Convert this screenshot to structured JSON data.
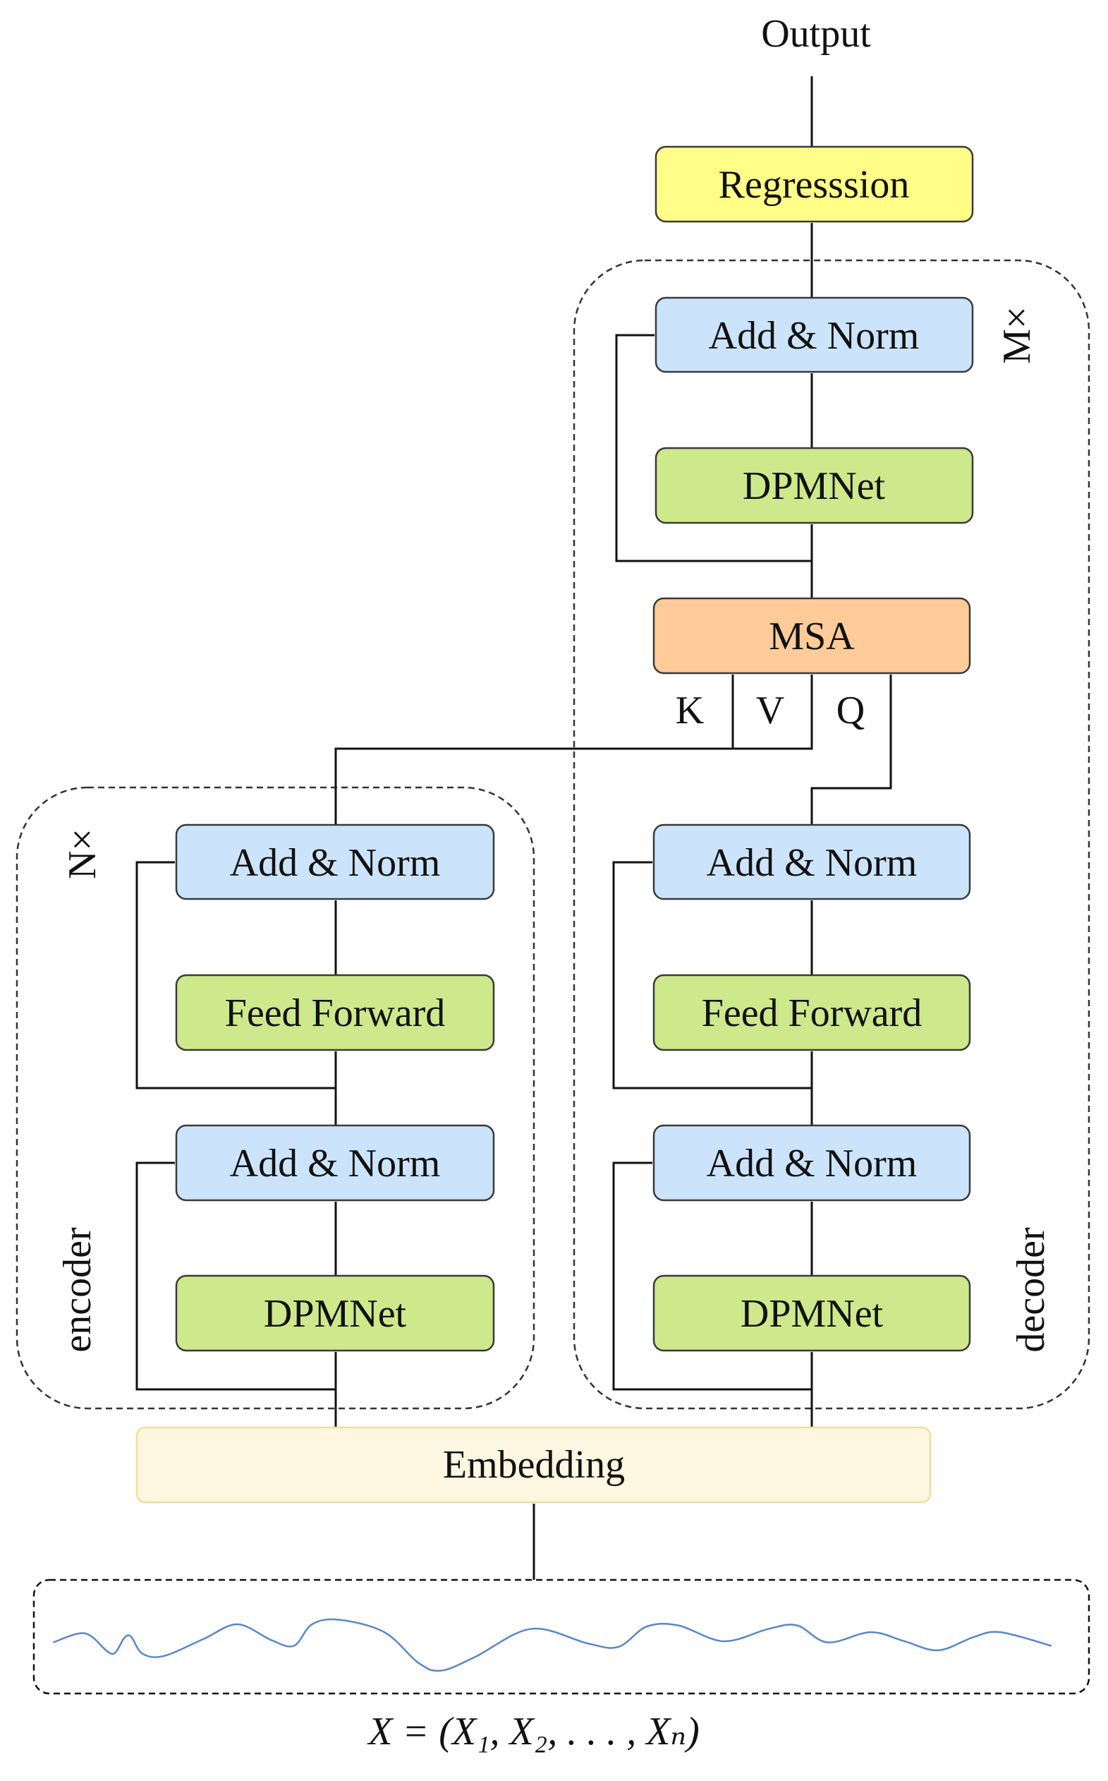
{
  "output_label": "Output",
  "regression": {
    "label": "Regresssion",
    "color": "#ffff88"
  },
  "decoder": {
    "label": "decoder",
    "repeat_label": "M×",
    "top_add_norm": "Add & Norm",
    "top_dpmnet": "DPMNet",
    "msa": {
      "label": "MSA",
      "color": "#ffcc99"
    },
    "inputs": {
      "k": "K",
      "v": "V",
      "q": "Q"
    },
    "add_norm_2": "Add & Norm",
    "feed_forward": "Feed Forward",
    "add_norm_1": "Add & Norm",
    "dpmnet": "DPMNet"
  },
  "encoder": {
    "label": "encoder",
    "repeat_label": "N×",
    "add_norm_2": "Add & Norm",
    "feed_forward": "Feed Forward",
    "add_norm_1": "Add & Norm",
    "dpmnet": "DPMNet"
  },
  "embedding": {
    "label": "Embedding",
    "color": "#fdf6e1"
  },
  "input_formula": "X = (X₁, X₂, . . . , Xₙ)",
  "colors": {
    "add_norm": "#cce4fb",
    "green": "#cde98b",
    "wave": "#5b86c5"
  }
}
